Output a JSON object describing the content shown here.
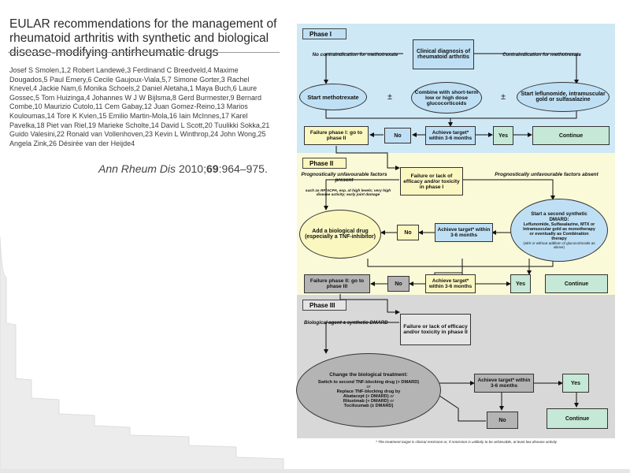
{
  "paper": {
    "title": "EULAR recommendations for the management of rheumatoid arthritis with synthetic and biological disease-modifying antirheumatic drugs",
    "authors": "Josef S Smolen,1,2 Robert Landewé,3 Ferdinand C Breedveld,4 Maxime Dougados,5 Paul Emery,6 Cecile Gaujoux-Viala,5,7 Simone Gorter,3 Rachel Knevel,4 Jackie Nam,6 Monika Schoels,2 Daniel Aletaha,1 Maya Buch,6 Laure Gossec,5 Tom Huizinga,4 Johannes W J W Bijlsma,8 Gerd Burmester,9 Bernard Combe,10 Maurizio Cutolo,11 Cem Gabay,12 Juan Gomez-Reino,13 Marios Kouloumas,14 Tore K Kvien,15 Emilio Martin-Mola,16 Iain McInnes,17 Karel Pavelka,18 Piet van Riel,19 Marieke Scholte,14 David L Scott,20 Tuulikki Sokka,21 Guido Valesini,22 Ronald van Vollenhoven,23 Kevin L Winthrop,24 John Wong,25 Angela Zink,26 Désirée van der Heijde4",
    "citation_journal": "Ann Rheum Dis",
    "citation_year": "2010;",
    "citation_volume": "69",
    "citation_pages": ":964–975."
  },
  "figure": {
    "phase1": {
      "header": "Phase I",
      "diagnosis": "Clinical diagnosis of rheumatoid arthritis",
      "no_contra": "No contraindication for methotrexate",
      "contra": "Contraindication for methotrexate",
      "start_mtx": "Start methotrexate",
      "plusminus_a": "±",
      "combine": "Combine with short-term low or high dose glucocorticoids",
      "plusminus_b": "±",
      "start_lef": "Start leflunomide, intramuscular gold or sulfasalazine",
      "failure": "Failure phase I: go to phase II",
      "no": "No",
      "achieve": "Achieve target* within 3-6 months",
      "yes": "Yes",
      "continue": "Continue"
    },
    "phase2": {
      "header": "Phase II",
      "failure_lack": "Failure or lack of efficacy and/or toxicity in phase I",
      "unfav_present": "Prognostically unfavourable factors present",
      "unfav_examples": "such as RF/ACPA, esp. at high levels; very high disease activity; early joint damage",
      "unfav_absent": "Prognostically unfavourable factors absent",
      "add_bio": "Add a biological drug (especially a TNF-inhibitor)",
      "no_a": "No",
      "achieve_a": "Achieve target* within 3-6 months",
      "second_dmard_title": "Start a second synthetic DMARD:",
      "second_dmard_body": "Leflunomide, Sulfasalazine, MTX or Intramuscular gold as monotherapy or eventually as Combination therapy",
      "second_dmard_note": "(with or without addition of glucocorticoids as above)",
      "failure": "Failure phase II: go to phase III",
      "no_b": "No",
      "achieve_b": "Achieve target* within 3-6 months",
      "yes": "Yes",
      "continue": "Continue"
    },
    "phase3": {
      "header": "Phase III",
      "bio_agent": "Biological agent ± synthetic DMARD",
      "failure_lack": "Failure or lack of efficacy and/or toxicity in phase II",
      "change_title": "Change the biological treatment:",
      "switch": "Switch to second TNF-blocking drug (+ DMARD)",
      "or_a": "or",
      "replace": "Replace TNF-blocking drug by",
      "abatacept": "Abatacept (+ DMARD)",
      "or_b": "or",
      "rituximab": "Rituximab (+ DMARD)",
      "or_c": "or",
      "tocilizumab": "Tocilizumab (± DMARD)",
      "achieve": "Achieve target* within 3-6 months",
      "yes": "Yes",
      "no": "No",
      "continue": "Continue"
    },
    "footnote": "* The treatment target is clinical remission or, if remission is unlikely to be achievable, at least low disease activity",
    "colors": {
      "phase1_bg": "#cfe8f5",
      "phase2_bg": "#fbfad8",
      "phase3_bg": "#d8d8d8",
      "blue_node": "#bfe0f4",
      "yellow_node": "#fbf7c0",
      "green_node": "#c6e8d6",
      "grey_node": "#b4b4b4",
      "grey_band_node": "#e4e4e4"
    }
  }
}
